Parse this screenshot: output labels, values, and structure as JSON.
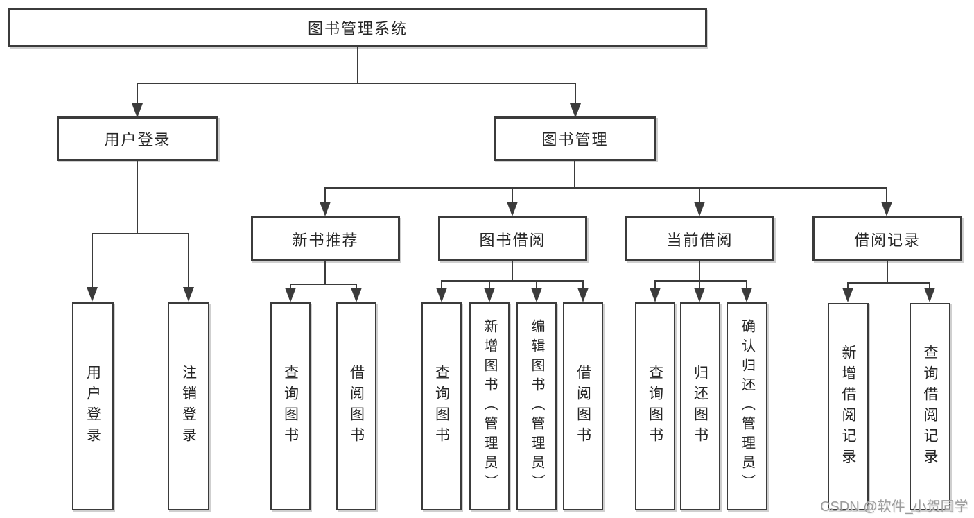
{
  "title": "图书管理系统",
  "colors": {
    "line": "#3b3b3b",
    "box_border": "#3b3b3b",
    "box_bg": "#ffffff",
    "text": "#262626",
    "watermark": "#9c9c9c",
    "background": "#ffffff"
  },
  "tree": {
    "label": "图书管理系统",
    "children": [
      {
        "label": "用户登录",
        "children": [
          {
            "label": "用户登录"
          },
          {
            "label": "注销登录"
          }
        ]
      },
      {
        "label": "图书管理",
        "children": [
          {
            "label": "新书推荐",
            "children": [
              {
                "label": "查询图书"
              },
              {
                "label": "借阅图书"
              }
            ]
          },
          {
            "label": "图书借阅",
            "children": [
              {
                "label": "查询图书"
              },
              {
                "label": "新增图书（管理员）"
              },
              {
                "label": "编辑图书（管理员）"
              },
              {
                "label": "借阅图书"
              }
            ]
          },
          {
            "label": "当前借阅",
            "children": [
              {
                "label": "查询图书"
              },
              {
                "label": "归还图书"
              },
              {
                "label": "确认归还（管理员）"
              }
            ]
          },
          {
            "label": "借阅记录",
            "children": [
              {
                "label": "新增借阅记录"
              },
              {
                "label": "查询借阅记录"
              }
            ]
          }
        ]
      }
    ]
  },
  "watermark": {
    "text": "CSDN @软件_小贺同学"
  }
}
